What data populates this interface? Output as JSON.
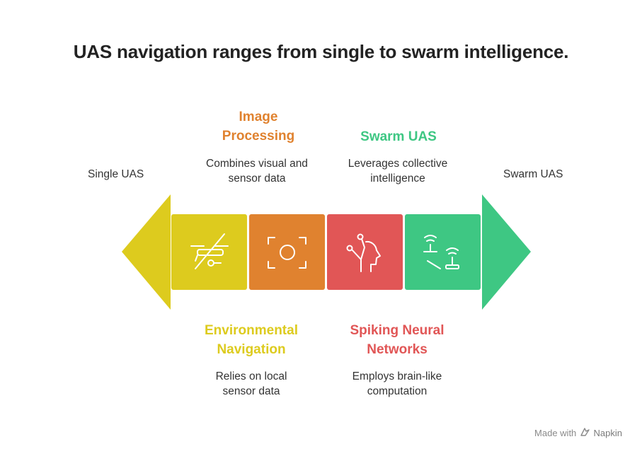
{
  "title": "UAS navigation ranges from single to swarm intelligence.",
  "left_end": {
    "label": "Single UAS",
    "color": "#DDCB1E"
  },
  "right_end": {
    "label": "Swarm UAS",
    "color": "#3EC783"
  },
  "stages": [
    {
      "heading_1": "Environmental",
      "heading_2": "Navigation",
      "desc_1": "Relies on local",
      "desc_2": "sensor data",
      "color": "#DDCB1E",
      "icon": "crossed-out-drone-icon",
      "position": "below"
    },
    {
      "heading_1": "Image",
      "heading_2": "Processing",
      "desc_1": "Combines visual and",
      "desc_2": "sensor data",
      "color": "#E0822F",
      "icon": "camera-focus-icon",
      "position": "above"
    },
    {
      "heading_1": "Spiking Neural",
      "heading_2": "Networks",
      "desc_1": "Employs brain-like",
      "desc_2": "computation",
      "color": "#E15656",
      "icon": "brain-head-icon",
      "position": "below"
    },
    {
      "heading_1": "Swarm UAS",
      "heading_2": "",
      "desc_1": "Leverages collective",
      "desc_2": "intelligence",
      "color": "#3EC783",
      "icon": "wireless-swarm-icon",
      "position": "above"
    }
  ],
  "footer": {
    "prefix": "Made with",
    "brand": "Napkin"
  }
}
